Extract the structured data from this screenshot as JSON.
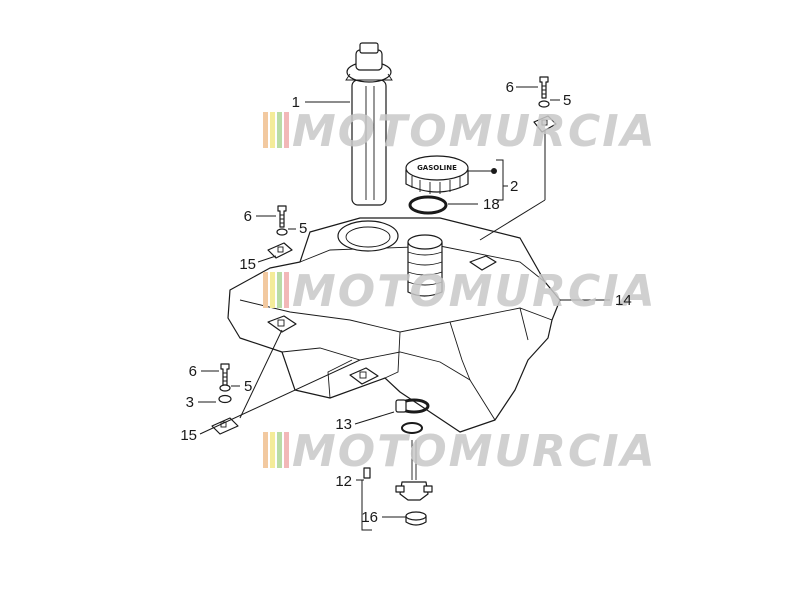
{
  "watermark": {
    "text": "MOTOMURCIA",
    "stripe_colors": [
      "#f2c9a0",
      "#f4ec9a",
      "#b9dca6",
      "#f2b8b8"
    ],
    "text_color": "#c8c8c8"
  },
  "cap_marking": "GASOLINE",
  "callouts": [
    {
      "id": "c1",
      "label": "1"
    },
    {
      "id": "c6a",
      "label": "6"
    },
    {
      "id": "c5a",
      "label": "5"
    },
    {
      "id": "c2",
      "label": "2"
    },
    {
      "id": "c18",
      "label": "18"
    },
    {
      "id": "c6b",
      "label": "6"
    },
    {
      "id": "c5b",
      "label": "5"
    },
    {
      "id": "c15a",
      "label": "15"
    },
    {
      "id": "c14",
      "label": "14"
    },
    {
      "id": "c6c",
      "label": "6"
    },
    {
      "id": "c5c",
      "label": "5"
    },
    {
      "id": "c3",
      "label": "3"
    },
    {
      "id": "c15b",
      "label": "15"
    },
    {
      "id": "c13",
      "label": "13"
    },
    {
      "id": "c12",
      "label": "12"
    },
    {
      "id": "c16",
      "label": "16"
    }
  ]
}
